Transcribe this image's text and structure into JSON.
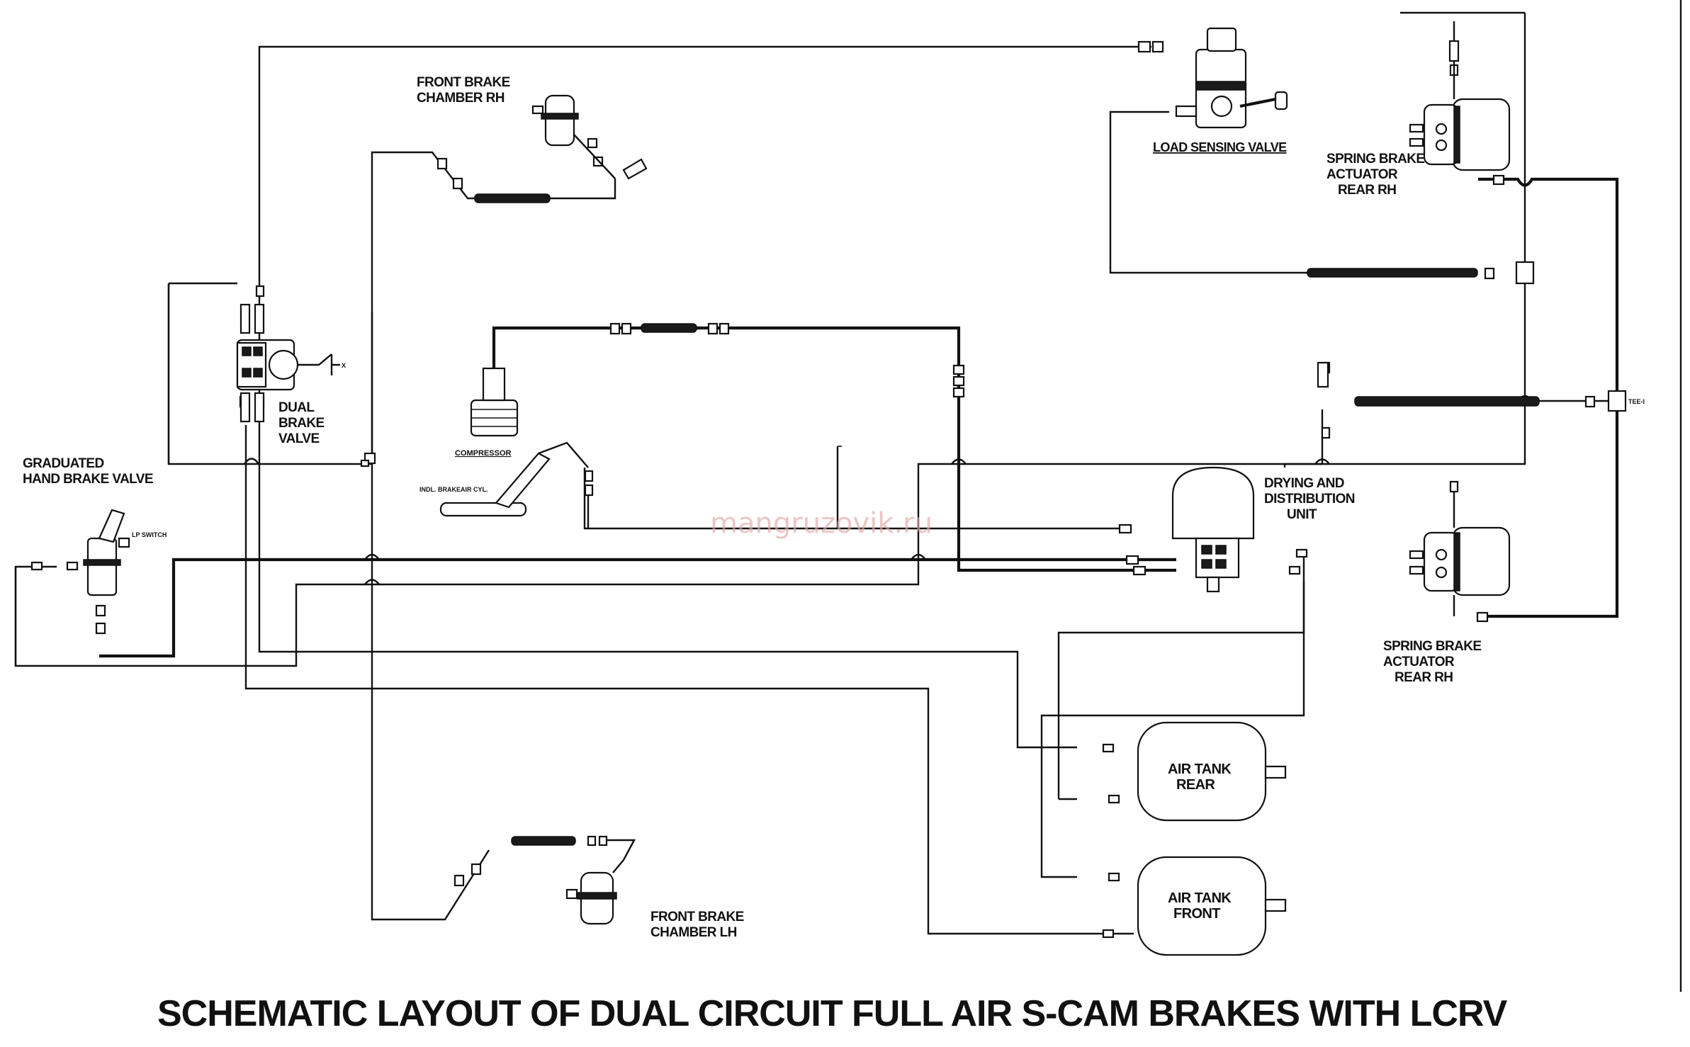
{
  "title": "SCHEMATIC LAYOUT OF DUAL CIRCUIT FULL AIR  S-CAM BRAKES  WITH LCRV",
  "watermark": "mangruzovik.ru",
  "components": {
    "front_rh": [
      "FRONT BRAKE",
      "CHAMBER RH"
    ],
    "front_lh": [
      "FRONT BRAKE",
      "CHAMBER LH"
    ],
    "load_sensing": "LOAD SENSING VALVE",
    "spring_top": [
      "SPRING BRAKE",
      "ACTUATOR",
      "REAR RH"
    ],
    "spring_bottom": [
      "SPRING BRAKE",
      "ACTUATOR",
      "REAR RH"
    ],
    "dual_brake": [
      "DUAL",
      "BRAKE",
      "VALVE"
    ],
    "hand_brake": [
      "GRADUATED",
      "HAND BRAKE VALVE"
    ],
    "compressor": "COMPRESSOR",
    "drying_unit": [
      "DRYING AND",
      "DISTRIBUTION",
      "UNIT"
    ],
    "air_tank_rear": [
      "AIR TANK",
      "REAR"
    ],
    "air_tank_front": [
      "AIR TANK",
      "FRONT"
    ],
    "lp_switch": "LP SWITCH",
    "clutch_cyl": "INDL. BRAKEAIR CYL.",
    "x_mark": "X",
    "tee_mark": "TEE-I"
  },
  "colors": {
    "line": "#111111",
    "watermark": "#e2a8a8",
    "background": "#ffffff"
  }
}
